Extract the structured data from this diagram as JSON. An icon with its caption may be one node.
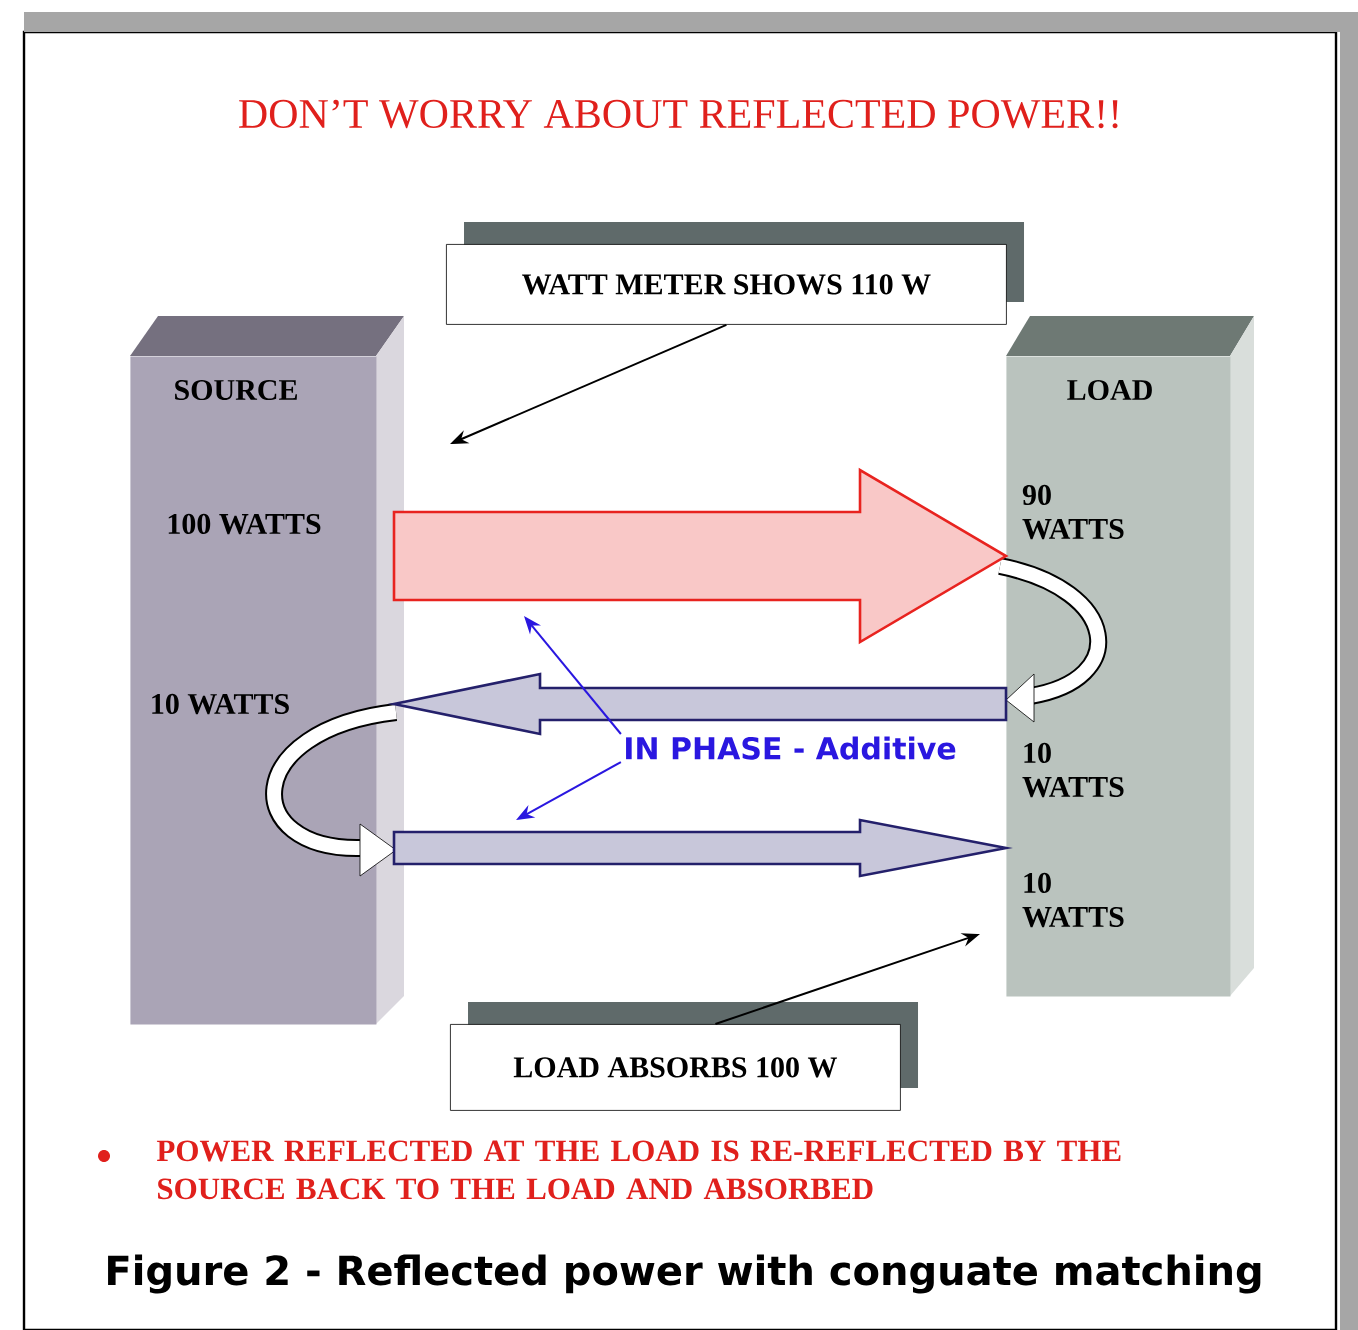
{
  "diagram": {
    "title": "DON’T WORRY ABOUT REFLECTED POWER!!",
    "caption": "Figure 2 - Reflected power with conguate matching",
    "nodes": [
      {
        "text": [
          "SOURCE",
          "100 WATTS",
          "10 WATTS"
        ]
      },
      {
        "text": [
          "LOAD",
          "90 WATTS",
          "10 WATTS",
          "10 WATTS"
        ]
      },
      {
        "text": [
          "WATT METER SHOWS 110 W"
        ]
      },
      {
        "text": [
          "LOAD ABSORBS 100 W"
        ]
      },
      {
        "text": [
          "IN PHASE - Additive"
        ]
      }
    ],
    "edges": [
      {
        "from": 0,
        "to": 1,
        "arrow": "to",
        "style": "thick",
        "color": "#e8231f"
      },
      {
        "from": 1,
        "to": 0,
        "arrow": "to",
        "style": "thick",
        "color": "#24206b"
      },
      {
        "from": 0,
        "to": 1,
        "arrow": "to",
        "style": "thick",
        "color": "#24206b"
      },
      {
        "from": 2,
        "to": null,
        "arrow": "to"
      },
      {
        "from": 3,
        "to": null,
        "arrow": "to"
      },
      {
        "from": 4,
        "to": null,
        "arrow": "to",
        "color": "#2a17e0"
      },
      {
        "from": 4,
        "to": null,
        "arrow": "to",
        "color": "#2a17e0"
      }
    ],
    "labels": [
      "POWER REFLECTED AT THE LOAD IS RE-REFLECTED BY THE SOURCE BACK TO THE LOAD AND ABSORBED"
    ]
  }
}
